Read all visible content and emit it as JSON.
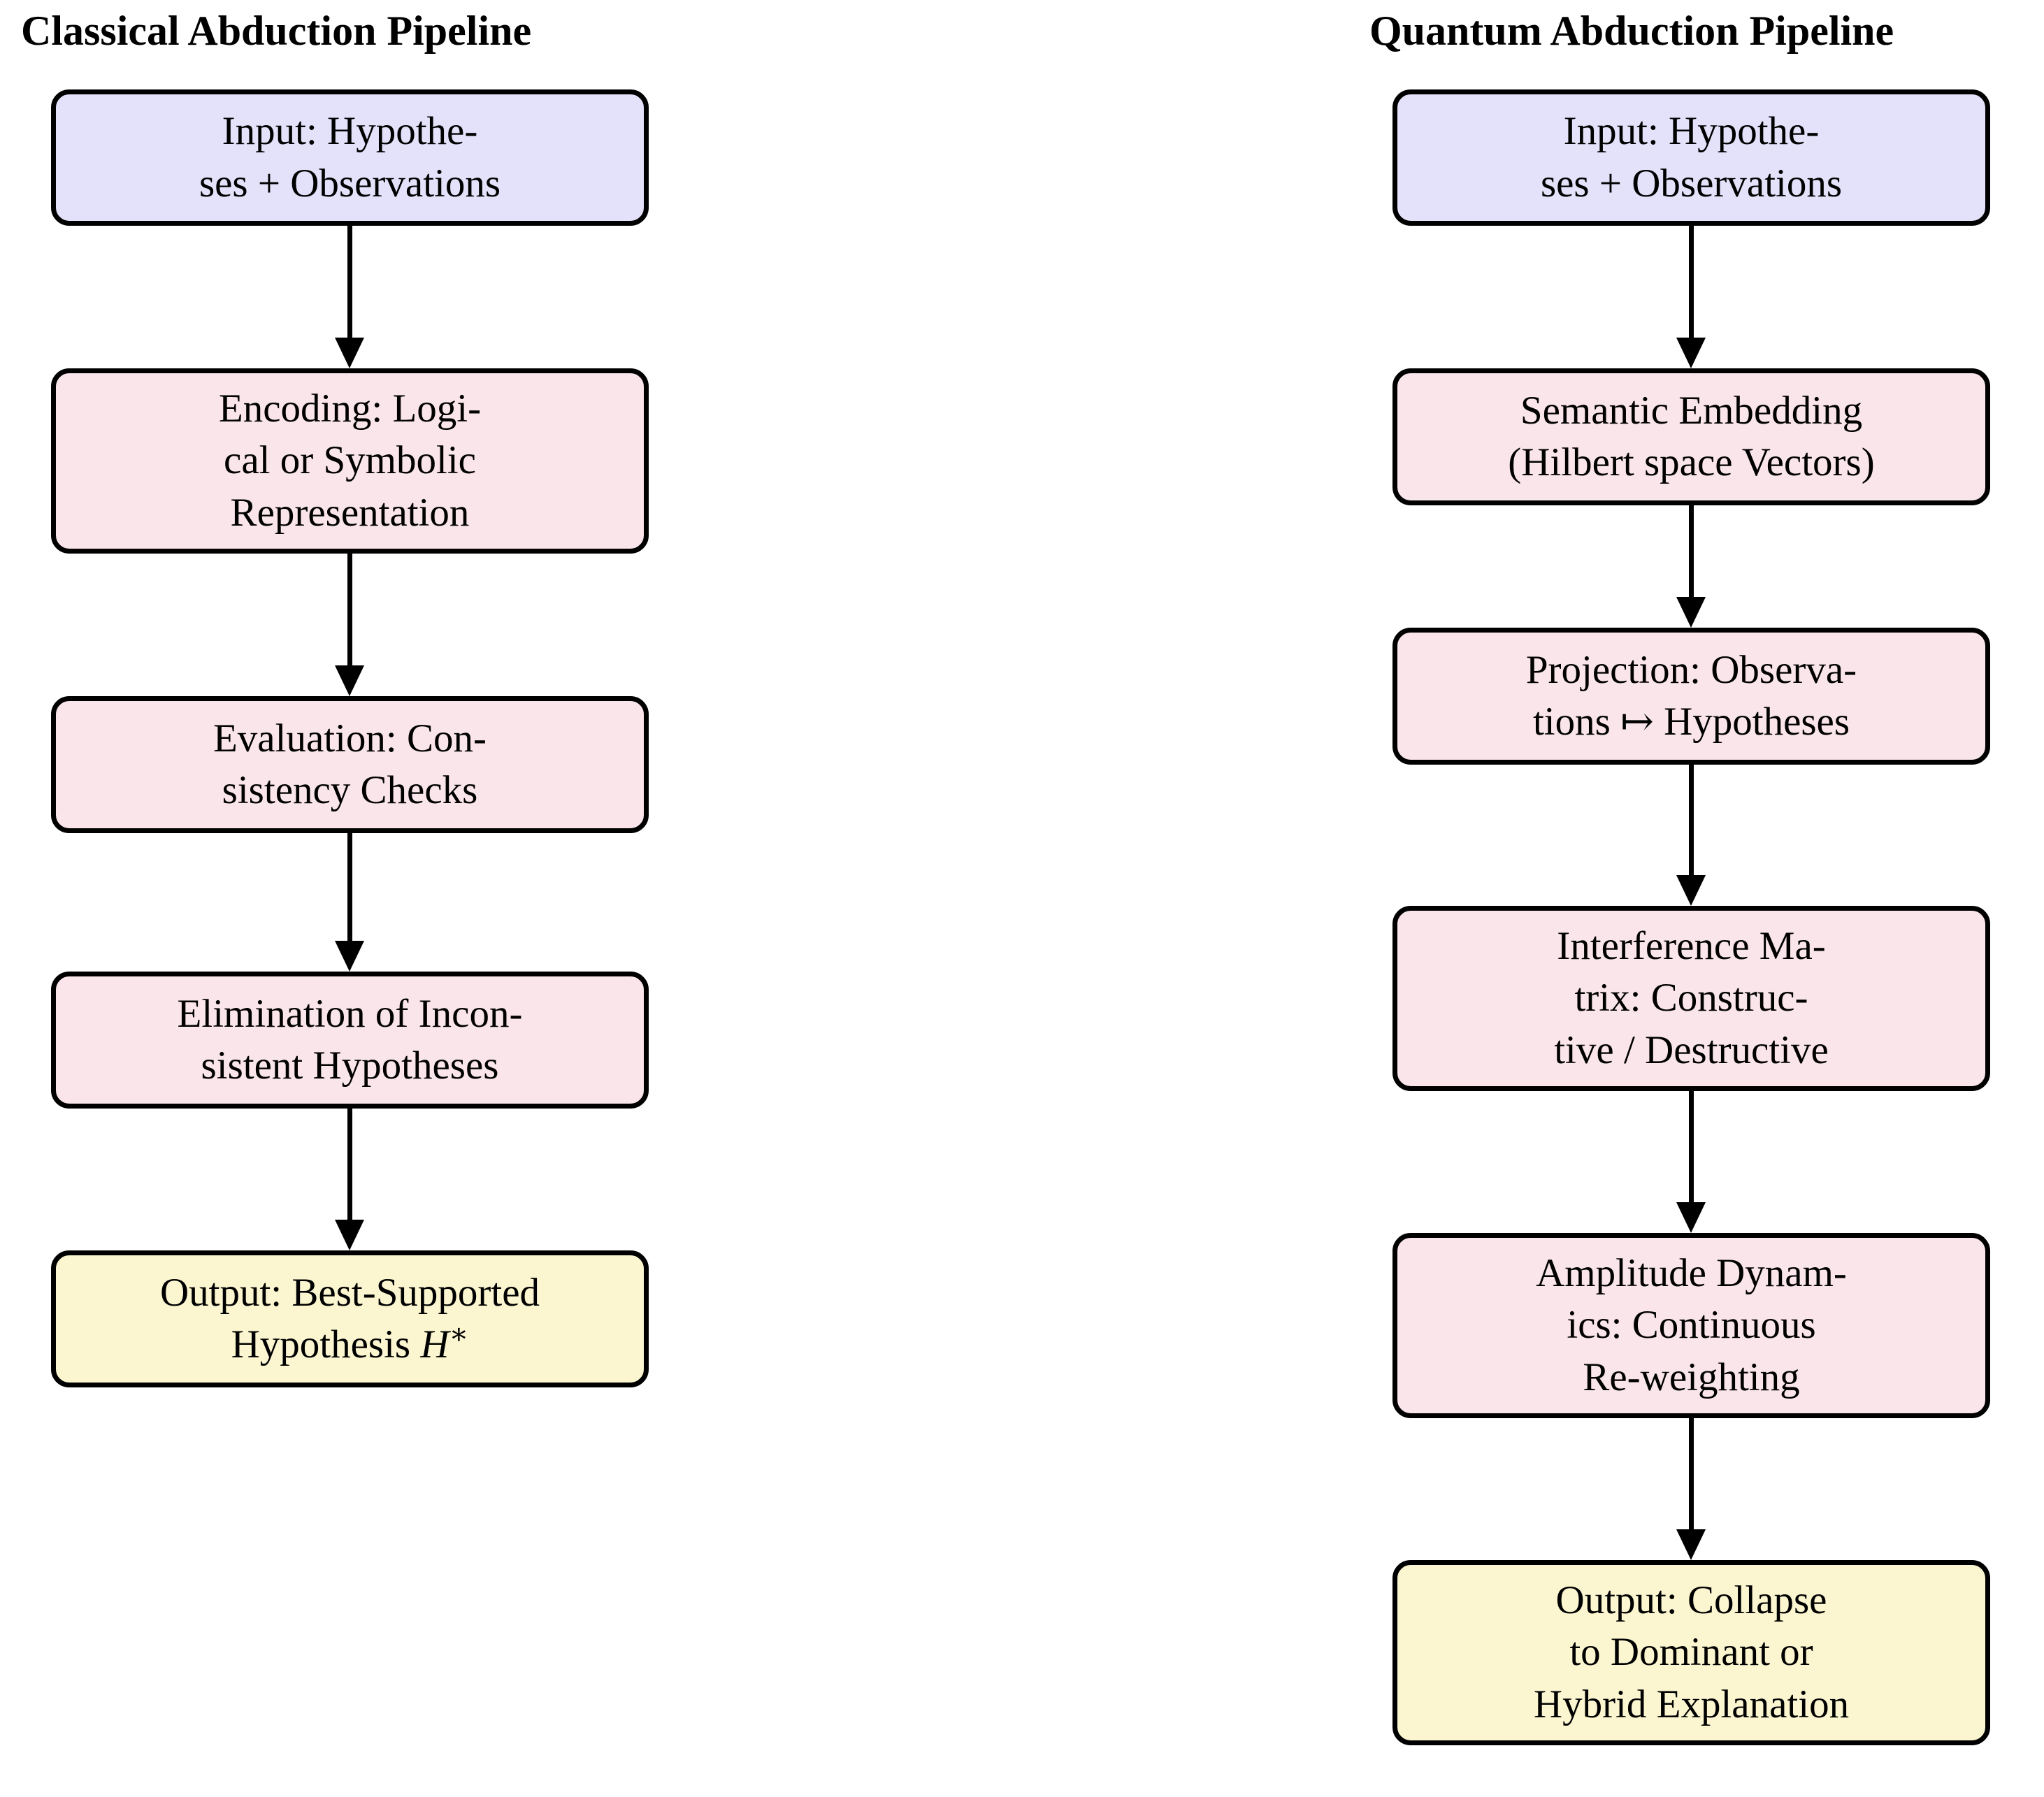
{
  "figure": {
    "type": "flowchart-comparison",
    "background": "#ffffff",
    "columns": [
      {
        "id": "classical",
        "title": "Classical Abduction Pipeline",
        "nodes": [
          {
            "id": "c1",
            "role": "input",
            "fill": "#e3e2fa",
            "lines": [
              "Input:  Hypothe-",
              "ses + Observations"
            ],
            "text": "Input: Hypotheses + Observations"
          },
          {
            "id": "c2",
            "role": "process",
            "fill": "#f9e5ea",
            "lines": [
              "Encoding:  Logi-",
              "cal or Symbolic",
              "Representation"
            ],
            "text": "Encoding: Logical or Symbolic Representation"
          },
          {
            "id": "c3",
            "role": "process",
            "fill": "#f9e5ea",
            "lines": [
              "Evaluation:  Con-",
              "sistency Checks"
            ],
            "text": "Evaluation: Consistency Checks"
          },
          {
            "id": "c4",
            "role": "process",
            "fill": "#f9e5ea",
            "lines": [
              "Elimination of Incon-",
              "sistent Hypotheses"
            ],
            "text": "Elimination of Inconsistent Hypotheses"
          },
          {
            "id": "c5",
            "role": "output",
            "fill": "#fbf6d0",
            "lines": [
              "Output:  Best-Supported",
              "Hypothesis H*"
            ],
            "text": "Output: Best-Supported Hypothesis H*"
          }
        ]
      },
      {
        "id": "quantum",
        "title": "Quantum Abduction Pipeline",
        "nodes": [
          {
            "id": "q1",
            "role": "input",
            "fill": "#e3e2fa",
            "lines": [
              "Input:  Hypothe-",
              "ses + Observations"
            ],
            "text": "Input: Hypotheses + Observations"
          },
          {
            "id": "q2",
            "role": "process",
            "fill": "#f9e5ea",
            "lines": [
              "Semantic Embedding",
              "(Hilbert space Vectors)"
            ],
            "text": "Semantic Embedding (Hilbert space Vectors)"
          },
          {
            "id": "q3",
            "role": "process",
            "fill": "#f9e5ea",
            "lines": [
              "Projection:  Observa-",
              "tions ↦ Hypotheses"
            ],
            "text": "Projection: Observations ↦ Hypotheses"
          },
          {
            "id": "q4",
            "role": "process",
            "fill": "#f9e5ea",
            "lines": [
              "Interference Ma-",
              "trix:  Construc-",
              "tive / Destructive"
            ],
            "text": "Interference Matrix: Constructive / Destructive"
          },
          {
            "id": "q5",
            "role": "process",
            "fill": "#f9e5ea",
            "lines": [
              "Amplitude Dynam-",
              "ics:  Continuous",
              "Re-weighting"
            ],
            "text": "Amplitude Dynamics: Continuous Re-weighting"
          },
          {
            "id": "q6",
            "role": "output",
            "fill": "#fbf6d0",
            "lines": [
              "Output:  Collapse",
              "to Dominant or",
              "Hybrid Explanation"
            ],
            "text": "Output: Collapse to Dominant or Hybrid Explanation"
          }
        ]
      }
    ],
    "edges": [
      {
        "from": "c1",
        "to": "c2",
        "style": "arrow-down"
      },
      {
        "from": "c2",
        "to": "c3",
        "style": "arrow-down"
      },
      {
        "from": "c3",
        "to": "c4",
        "style": "arrow-down"
      },
      {
        "from": "c4",
        "to": "c5",
        "style": "arrow-down"
      },
      {
        "from": "q1",
        "to": "q2",
        "style": "arrow-down"
      },
      {
        "from": "q2",
        "to": "q3",
        "style": "arrow-down"
      },
      {
        "from": "q3",
        "to": "q4",
        "style": "arrow-down"
      },
      {
        "from": "q4",
        "to": "q5",
        "style": "arrow-down"
      },
      {
        "from": "q5",
        "to": "q6",
        "style": "arrow-down"
      }
    ]
  }
}
